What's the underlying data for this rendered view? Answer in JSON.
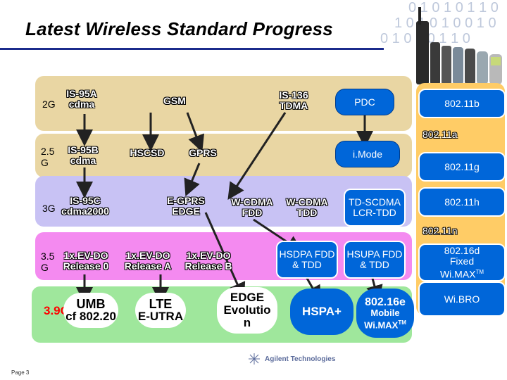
{
  "title": "Latest Wireless Standard Progress",
  "generations": {
    "g2": "2G",
    "g25": "2.5 G",
    "g3": "3G",
    "g35": "3.5 G",
    "g39": "3.9G"
  },
  "row_2g": {
    "is95a": "IS-95A cdma",
    "gsm": "GSM",
    "is136": "IS-136 TDMA",
    "pdc": "PDC"
  },
  "row_25g": {
    "is95b": "IS-95B cdma",
    "hscsd": "HSCSD",
    "gprs": "GPRS",
    "imode": "i.Mode"
  },
  "row_3g": {
    "is95c": "IS-95C cdma2000",
    "egprs": "E-GPRS EDGE",
    "wcdma_fdd": "W-CDMA FDD",
    "wcdma_tdd": "W-CDMA TDD",
    "tdscdma": "TD-SCDMA LCR-TDD"
  },
  "row_35g": {
    "evdo0": "1x.EV-DO Release 0",
    "evdoa": "1x.EV-DO Release A",
    "evdob": "1x.EV-DO Release B",
    "hsdpa": "HSDPA FDD & TDD",
    "hsupa": "HSUPA FDD & TDD"
  },
  "row_39g": {
    "umb_line1": "UMB",
    "umb_line2": "cf 802.20",
    "lte_line1": "LTE",
    "lte_line2": "E-UTRA",
    "edge_line1": "EDGE",
    "edge_line2": "Evolutio",
    "edge_line3": "n",
    "hspa": "HSPA+",
    "w16e_line1": "802.16e",
    "w16e_line2": "Mobile",
    "w16e_line3": "Wi.MAX",
    "w16e_tm": "TM"
  },
  "wifi": {
    "b": "802.11b",
    "a": "802.11a",
    "g": "802.11g",
    "h": "802.11h",
    "n": "802.11n",
    "d16_line1": "802.16d",
    "d16_line2": "Fixed",
    "d16_line3": "Wi.MAX",
    "d16_tm": "TM",
    "wibro": "Wi.BRO"
  },
  "footer": {
    "page": "Page 3",
    "company": "Agilent Technologies"
  },
  "colors": {
    "accent_blue": "#0066d9",
    "band_2g": "#e9d6a3",
    "band_3g": "#c8c2f4",
    "band_35g": "#f48af0",
    "band_39g": "#9fe79c",
    "wifi_column": "#ffcc66"
  }
}
